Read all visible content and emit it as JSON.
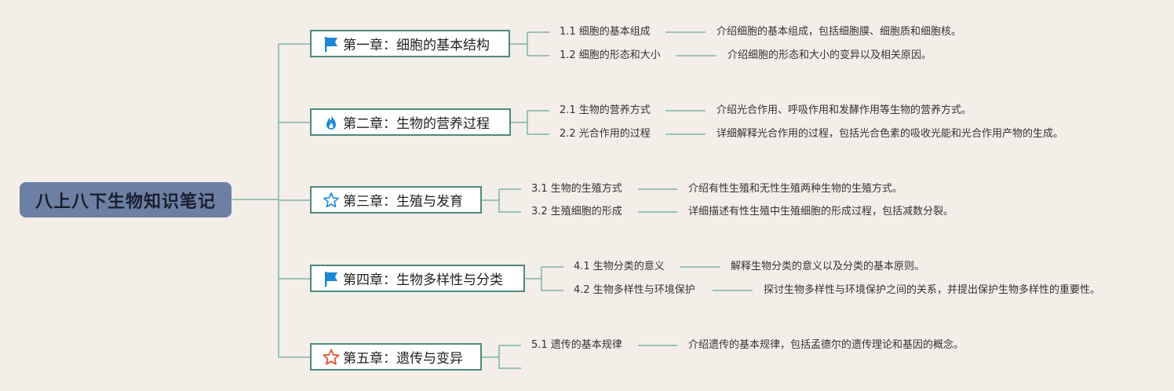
{
  "root": {
    "title": "八上八下生物知识笔记"
  },
  "chapters": [
    {
      "title": "第一章：细胞的基本结构",
      "icon": "flag-icon",
      "sections": [
        {
          "label": "1.1 细胞的基本组成",
          "desc": "介绍细胞的基本组成，包括细胞膜、细胞质和细胞核。"
        },
        {
          "label": "1.2 细胞的形态和大小",
          "desc": "介绍细胞的形态和大小的变异以及相关原因。"
        }
      ]
    },
    {
      "title": "第二章：生物的营养过程",
      "icon": "fire-icon",
      "sections": [
        {
          "label": "2.1 生物的营养方式",
          "desc": "介绍光合作用、呼吸作用和发酵作用等生物的营养方式。"
        },
        {
          "label": "2.2 光合作用的过程",
          "desc": "详细解释光合作用的过程，包括光合色素的吸收光能和光合作用产物的生成。"
        }
      ]
    },
    {
      "title": "第三章：生殖与发育",
      "icon": "star-outline-icon",
      "sections": [
        {
          "label": "3.1 生物的生殖方式",
          "desc": "介绍有性生殖和无性生殖两种生物的生殖方式。"
        },
        {
          "label": "3.2 生殖细胞的形成",
          "desc": "详细描述有性生殖中生殖细胞的形成过程，包括减数分裂。"
        }
      ]
    },
    {
      "title": "第四章：生物多样性与分类",
      "icon": "flag-icon",
      "sections": [
        {
          "label": "4.1 生物分类的意义",
          "desc": "解释生物分类的意义以及分类的基本原则。"
        },
        {
          "label": "4.2 生物多样性与环境保护",
          "desc": "探讨生物多样性与环境保护之间的关系，并提出保护生物多样性的重要性。"
        }
      ]
    },
    {
      "title": "第五章：遗传与变异",
      "icon": "star-red-icon",
      "sections": [
        {
          "label": "5.1 遗传的基本规律",
          "desc": "介绍遗传的基本规律，包括孟德尔的遗传理论和基因的概念。"
        },
        {
          "label": "",
          "desc": ""
        }
      ]
    }
  ],
  "colors": {
    "background": "#f3eee8",
    "connector": "#7fb3a6",
    "chapter_border": "#4f8a7d",
    "root_fill": "#6b80a3",
    "flag": "#1e88d8",
    "star_red": "#e0523a"
  }
}
